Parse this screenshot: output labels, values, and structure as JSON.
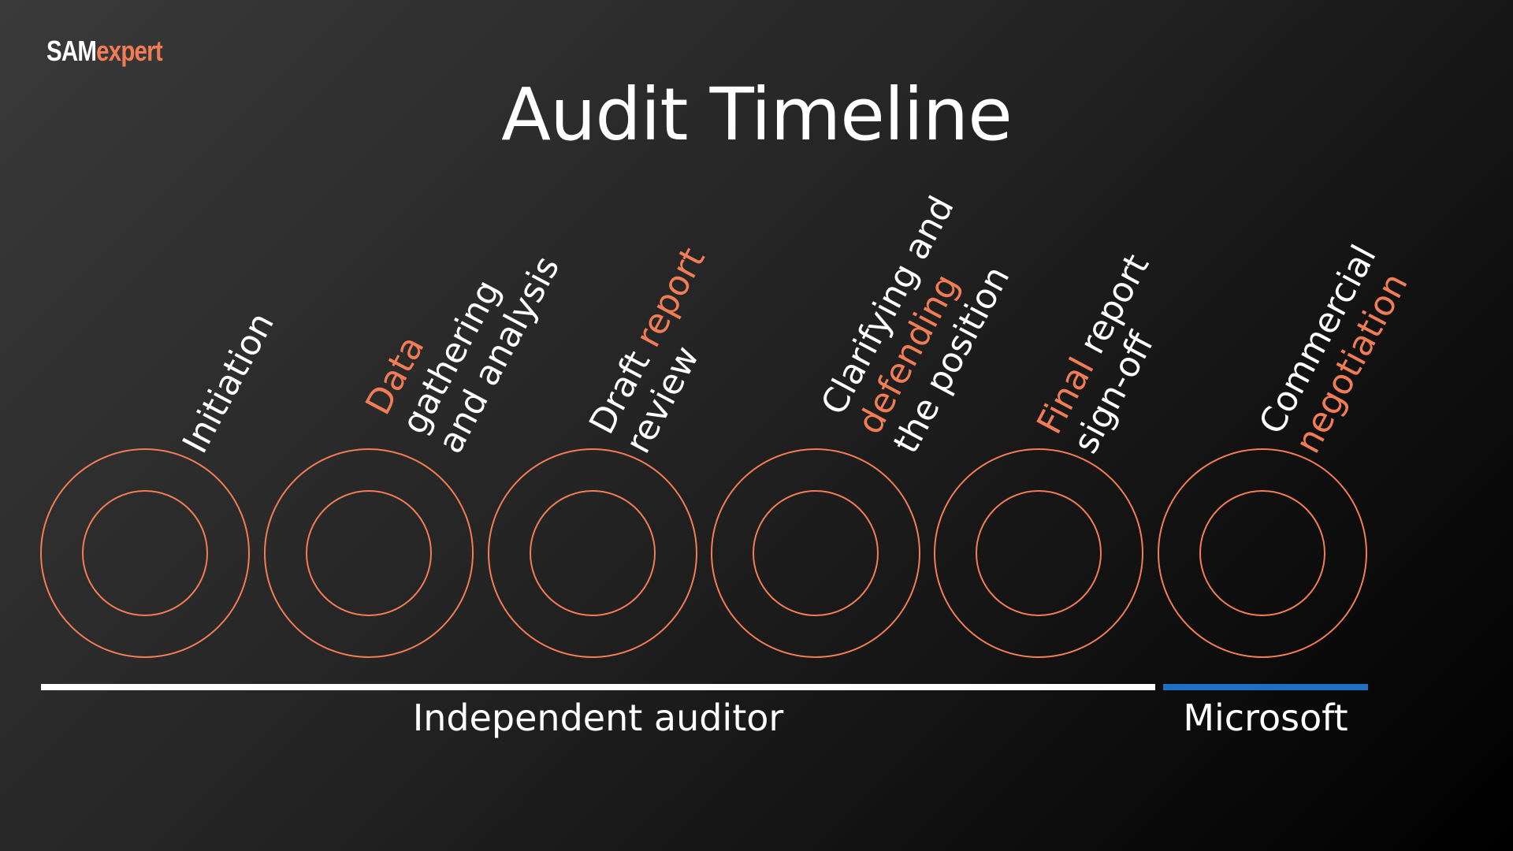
{
  "logo": {
    "part1": "SAM",
    "part2": "expert"
  },
  "title": "Audit Timeline",
  "stages": [
    {
      "lines": [
        [
          {
            "text": "Initiation",
            "accent": false
          }
        ]
      ]
    },
    {
      "lines": [
        [
          {
            "text": "Data",
            "accent": true
          }
        ],
        [
          {
            "text": "gathering",
            "accent": false
          }
        ],
        [
          {
            "text": "and analysis",
            "accent": false
          }
        ]
      ]
    },
    {
      "lines": [
        [
          {
            "text": "Draft ",
            "accent": false
          },
          {
            "text": "report",
            "accent": true
          }
        ],
        [
          {
            "text": "review",
            "accent": false
          }
        ]
      ]
    },
    {
      "lines": [
        [
          {
            "text": "Clarifying and",
            "accent": false
          }
        ],
        [
          {
            "text": "defending",
            "accent": true
          }
        ],
        [
          {
            "text": "the position",
            "accent": false
          }
        ]
      ]
    },
    {
      "lines": [
        [
          {
            "text": "Final",
            "accent": true
          },
          {
            "text": " report",
            "accent": false
          }
        ],
        [
          {
            "text": "sign-off",
            "accent": false
          }
        ]
      ]
    },
    {
      "lines": [
        [
          {
            "text": "Commercial",
            "accent": false
          }
        ],
        [
          {
            "text": "negotiation",
            "accent": true
          }
        ]
      ]
    }
  ],
  "phases": {
    "auditor": "Independent auditor",
    "microsoft": "Microsoft"
  },
  "colors": {
    "accent": "#f27d55",
    "auditor_bar": "#ffffff",
    "microsoft_bar": "#1f6fc5"
  }
}
